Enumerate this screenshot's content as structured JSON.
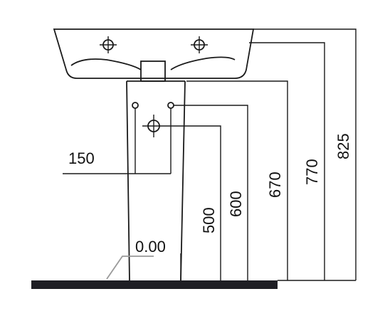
{
  "dimensions": {
    "tap_spacing": "150",
    "waste_height": "500",
    "tap_holes_height": "600",
    "pedestal_top": "670",
    "basin_body": "770",
    "basin_top": "825",
    "floor_level": "0.00"
  }
}
